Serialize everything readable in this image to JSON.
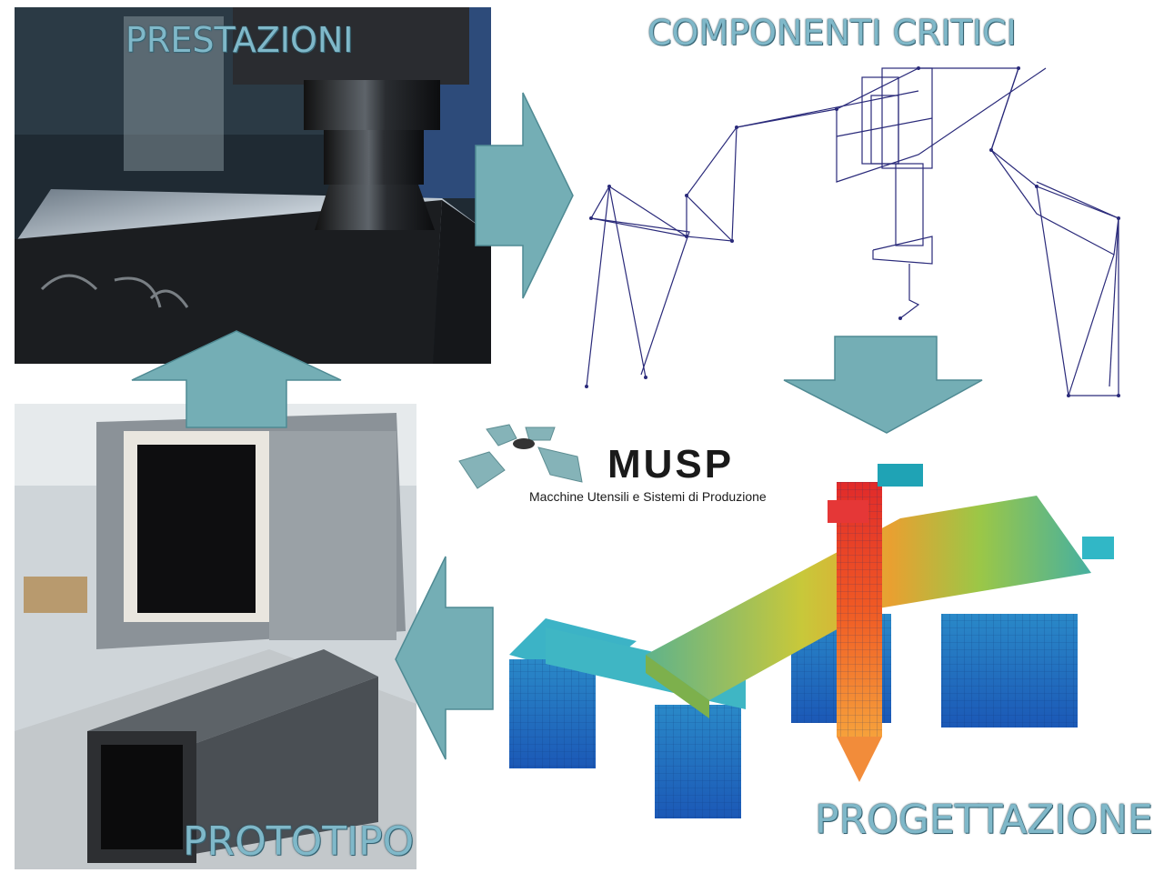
{
  "labels": {
    "prestazioni": "PRESTAZIONI",
    "componenti": "COMPONENTI CRITICI",
    "progettazione": "PROGETTAZIONE",
    "prototipo": "PROTOTIPO"
  },
  "logo": {
    "name": "MUSP",
    "subtitle": "Macchine Utensili e Sistemi di Produzione"
  },
  "colors": {
    "arrow_fill": "#74aeb5",
    "arrow_stroke": "#4f8a93",
    "label_text": "#7fb8c9"
  }
}
